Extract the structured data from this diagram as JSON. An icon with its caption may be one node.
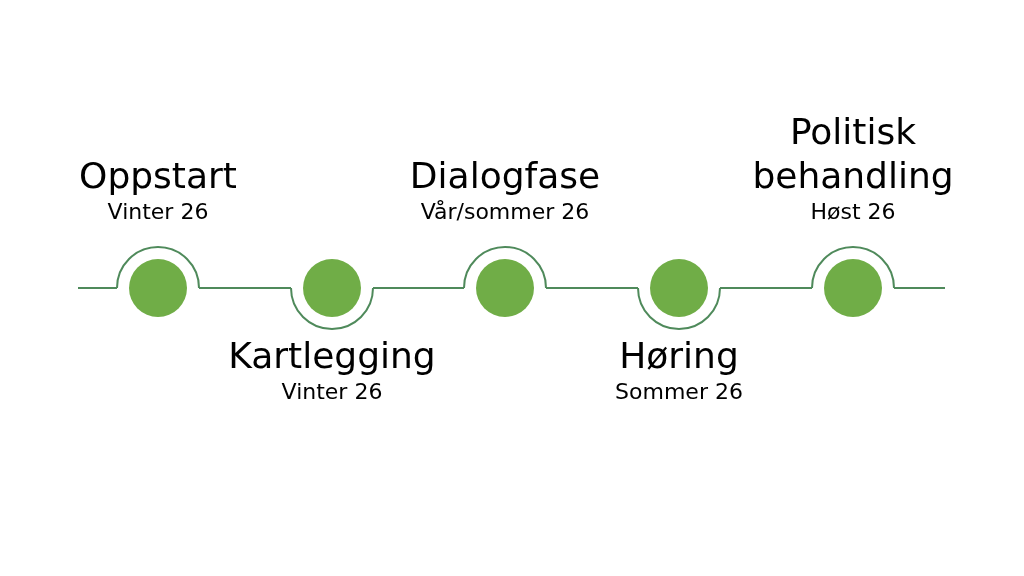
{
  "diagram": {
    "nodes": [
      {
        "text": [
          "Oppstart",
          "Vinter 26"
        ]
      },
      {
        "text": [
          "Kartlegging",
          "Vinter 26"
        ]
      },
      {
        "text": [
          "Dialogfase",
          "Vår/sommer 26"
        ]
      },
      {
        "text": [
          "Høring",
          "Sommer 26"
        ]
      },
      {
        "text": [
          "Politisk behandling",
          "Høst 26"
        ]
      }
    ],
    "edges": [
      {
        "from": null,
        "to": 0,
        "arrow": "none"
      },
      {
        "from": 0,
        "to": 1,
        "arrow": "none"
      },
      {
        "from": 1,
        "to": 2,
        "arrow": "none"
      },
      {
        "from": 2,
        "to": 3,
        "arrow": "none"
      },
      {
        "from": 3,
        "to": 4,
        "arrow": "none"
      },
      {
        "from": 4,
        "to": null,
        "arrow": "none"
      }
    ]
  }
}
